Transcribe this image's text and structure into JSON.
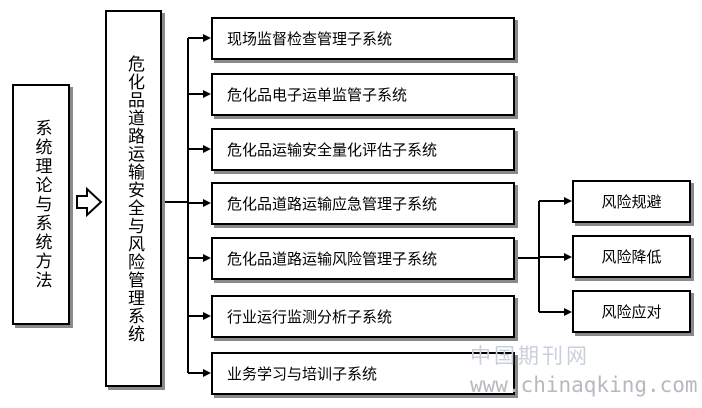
{
  "left_box": {
    "label": "系统理论与系统方法"
  },
  "center_box": {
    "label": "危化品道路运输安全与风险管理系统"
  },
  "subsystems": [
    {
      "label": "现场监督检查管理子系统"
    },
    {
      "label": "危化品电子运单监管子系统"
    },
    {
      "label": "危化品运输安全量化评估子系统"
    },
    {
      "label": "危化品道路运输应急管理子系统"
    },
    {
      "label": "危化品道路运输风险管理子系统"
    },
    {
      "label": "行业运行监测分析子系统"
    },
    {
      "label": "业务学习与培训子系统"
    }
  ],
  "risk_measures": [
    {
      "label": "风险规避"
    },
    {
      "label": "风险降低"
    },
    {
      "label": "风险应对"
    }
  ],
  "watermark": {
    "cn": "中国期刊网",
    "url": "www.chinaqking.com"
  }
}
